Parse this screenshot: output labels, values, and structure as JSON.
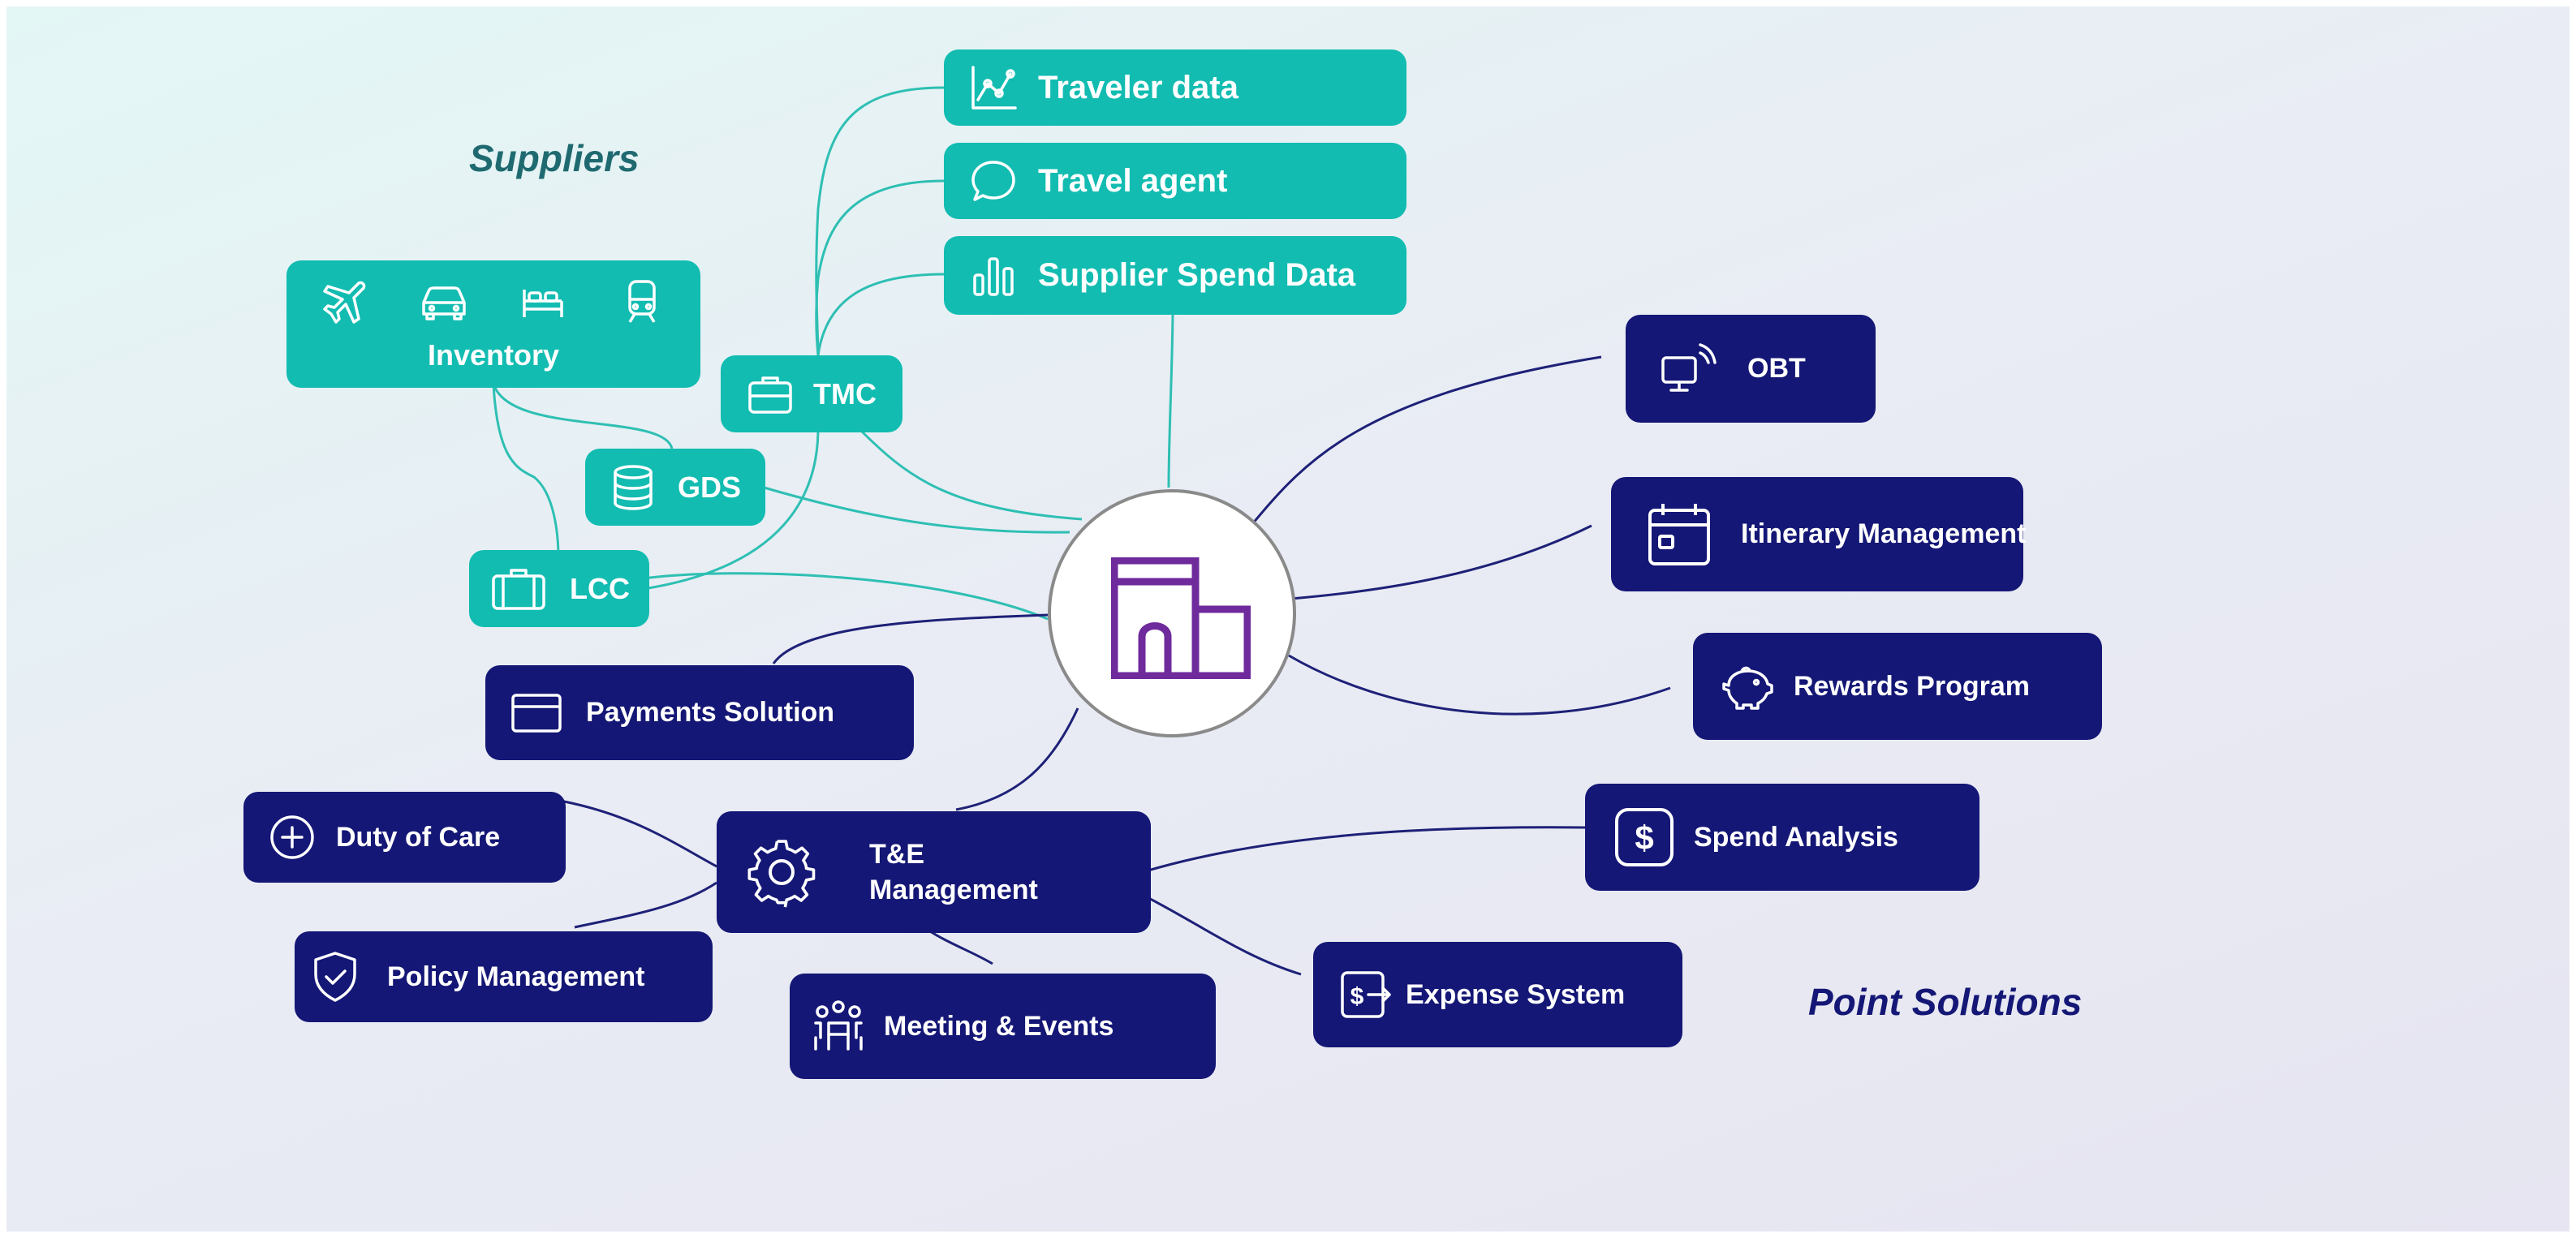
{
  "headings": {
    "suppliers": "Suppliers",
    "point_solutions": "Point Solutions"
  },
  "colors": {
    "teal": "#12bcb1",
    "navy": "#141775",
    "teal_line": "#2ebfb3",
    "navy_line": "#1e2177",
    "center_icon": "#6f2a9c",
    "suppliers_heading": "#1f6a70",
    "point_solutions_heading": "#141775"
  },
  "center": {
    "icon": "building-icon"
  },
  "suppliers": {
    "traveler_data": {
      "label": "Traveler data",
      "icon": "line-chart-icon"
    },
    "travel_agent": {
      "label": "Travel agent",
      "icon": "chat-bubble-icon"
    },
    "supplier_spend": {
      "label": "Supplier Spend Data",
      "icon": "bar-chart-icon"
    },
    "inventory": {
      "label": "Inventory",
      "icons": [
        "plane-icon",
        "car-icon",
        "bed-icon",
        "train-icon"
      ]
    },
    "tmc": {
      "label": "TMC",
      "icon": "briefcase-icon"
    },
    "gds": {
      "label": "GDS",
      "icon": "database-icon"
    },
    "lcc": {
      "label": "LCC",
      "icon": "luggage-icon"
    }
  },
  "solutions": {
    "obt": {
      "label": "OBT",
      "icon": "monitor-wifi-icon"
    },
    "itinerary": {
      "label": "Itinerary Management",
      "icon": "calendar-icon"
    },
    "rewards": {
      "label": "Rewards Program",
      "icon": "piggy-bank-icon"
    },
    "payments": {
      "label": "Payments Solution",
      "icon": "credit-card-icon"
    },
    "te_line1": "T&E",
    "te_line2": "Management",
    "te_icon": "gear-icon",
    "duty": {
      "label": "Duty of Care",
      "icon": "plus-circle-icon"
    },
    "policy": {
      "label": "Policy Management",
      "icon": "shield-check-icon"
    },
    "meeting": {
      "label": "Meeting & Events",
      "icon": "meeting-icon"
    },
    "spend": {
      "label": "Spend Analysis",
      "icon": "dollar-icon"
    },
    "expense": {
      "label": "Expense System",
      "icon": "expense-icon"
    }
  }
}
